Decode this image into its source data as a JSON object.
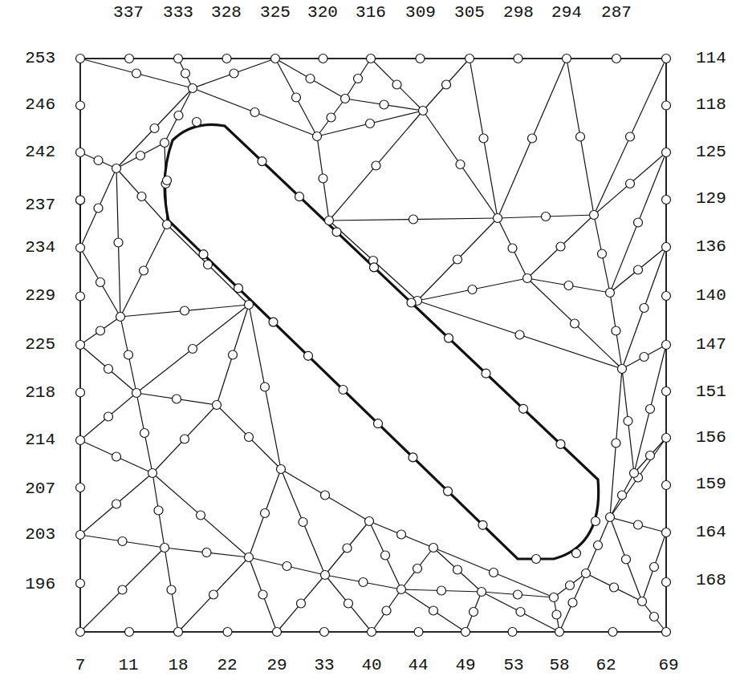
{
  "diagram": {
    "labels": [
      "337",
      "333",
      "328",
      "325",
      "320",
      "316",
      "309",
      "305",
      "298",
      "294",
      "287",
      "253",
      "114",
      "246",
      "118",
      "242",
      "125",
      "237",
      "129",
      "234",
      "136",
      "229",
      "140",
      "225",
      "147",
      "218",
      "151",
      "214",
      "156",
      "207",
      "159",
      "203",
      "164",
      "196",
      "168",
      "7",
      "11",
      "18",
      "22",
      "29",
      "33",
      "40",
      "44",
      "49",
      "53",
      "58",
      "62",
      "69"
    ]
  }
}
